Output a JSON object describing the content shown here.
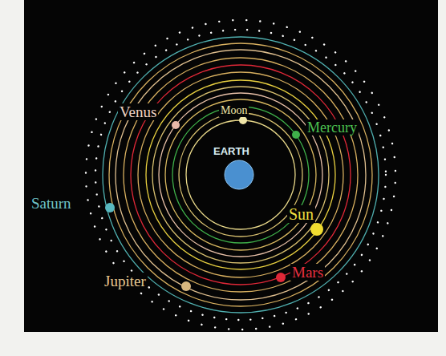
{
  "diagram": {
    "labels": [
      "Venus",
      "Moon",
      "Mercury",
      "EARTH",
      "Saturn",
      "Sun",
      "Jupiter",
      "Mars"
    ]
  }
}
